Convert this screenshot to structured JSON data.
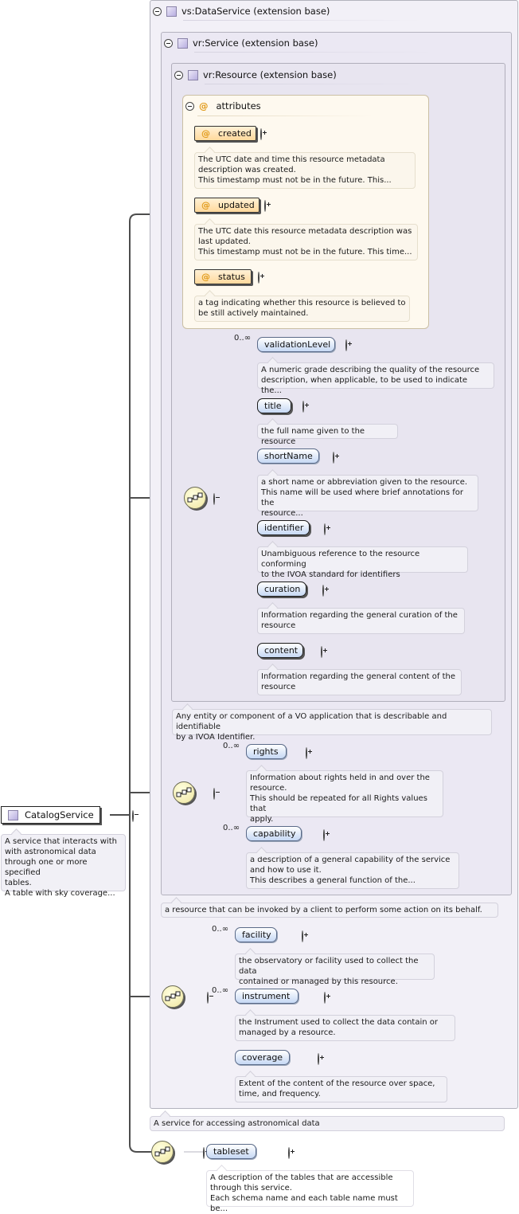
{
  "root": {
    "label": "CatalogService",
    "doc": [
      "A service that interacts with",
      "with astronomical data",
      "through one or more specified",
      "tables.",
      "A table with sky coverage..."
    ]
  },
  "ext_dataservice": {
    "label": "vs:DataService (extension base)",
    "doc": [
      "A service for accessing astronomical data"
    ]
  },
  "ext_service": {
    "label": "vr:Service (extension base)",
    "doc": [
      "a resource that can be invoked by a client to perform some action on its behalf."
    ]
  },
  "ext_resource": {
    "label": "vr:Resource (extension base)",
    "doc": [
      "Any entity or component of a VO application that is describable and identifiable",
      "by a IVOA Identifier."
    ]
  },
  "attributes": {
    "label": "attributes",
    "items": [
      {
        "name": "created",
        "doc": [
          "The UTC date and time this resource metadata",
          "description was created.",
          "This timestamp must not be in the future. This..."
        ]
      },
      {
        "name": "updated",
        "doc": [
          "The UTC date this resource metadata description was",
          "last updated.",
          "This timestamp must not be in the future. This time..."
        ]
      },
      {
        "name": "status",
        "doc": [
          "a tag indicating whether this resource is believed to",
          "be still actively maintained."
        ]
      }
    ]
  },
  "resource_elements": [
    {
      "name": "validationLevel",
      "mult": "0..∞",
      "doc": [
        "A numeric grade describing the quality of the resource",
        "description, when applicable, to be used to indicate the..."
      ]
    },
    {
      "name": "title",
      "mult": "",
      "doc": [
        "the full name given to the resource"
      ]
    },
    {
      "name": "shortName",
      "mult": "",
      "doc": [
        "a short name or abbreviation given to the resource.",
        "This name will be used where brief annotations for the",
        "resource..."
      ]
    },
    {
      "name": "identifier",
      "mult": "",
      "doc": [
        "Unambiguous reference to the resource conforming",
        "to the IVOA standard for identifiers"
      ]
    },
    {
      "name": "curation",
      "mult": "",
      "doc": [
        "Information regarding the general curation of the",
        "resource"
      ]
    },
    {
      "name": "content",
      "mult": "",
      "doc": [
        "Information regarding the general content of the",
        "resource"
      ]
    }
  ],
  "service_elements": [
    {
      "name": "rights",
      "mult": "0..∞",
      "doc": [
        "Information about rights held in and over the",
        "resource.",
        "This should be repeated for all Rights values that",
        "apply."
      ]
    },
    {
      "name": "capability",
      "mult": "0..∞",
      "doc": [
        "a description of a general capability of the service",
        "and how to use it.",
        "This describes a general function of the..."
      ]
    }
  ],
  "dataservice_elements": [
    {
      "name": "facility",
      "mult": "0..∞",
      "doc": [
        "the observatory or facility used to collect the data",
        "contained or managed by this resource."
      ]
    },
    {
      "name": "instrument",
      "mult": "0..∞",
      "doc": [
        "the Instrument used to collect the data contain or",
        "managed by a resource."
      ]
    },
    {
      "name": "coverage",
      "mult": "",
      "doc": [
        "Extent of the content of the resource over space,",
        "time, and frequency."
      ]
    }
  ],
  "catalog_elements": [
    {
      "name": "tableset",
      "mult": "",
      "doc": [
        "A description of the tables that are accessible",
        "through this service.",
        "Each schema name and each table name must be..."
      ]
    }
  ]
}
